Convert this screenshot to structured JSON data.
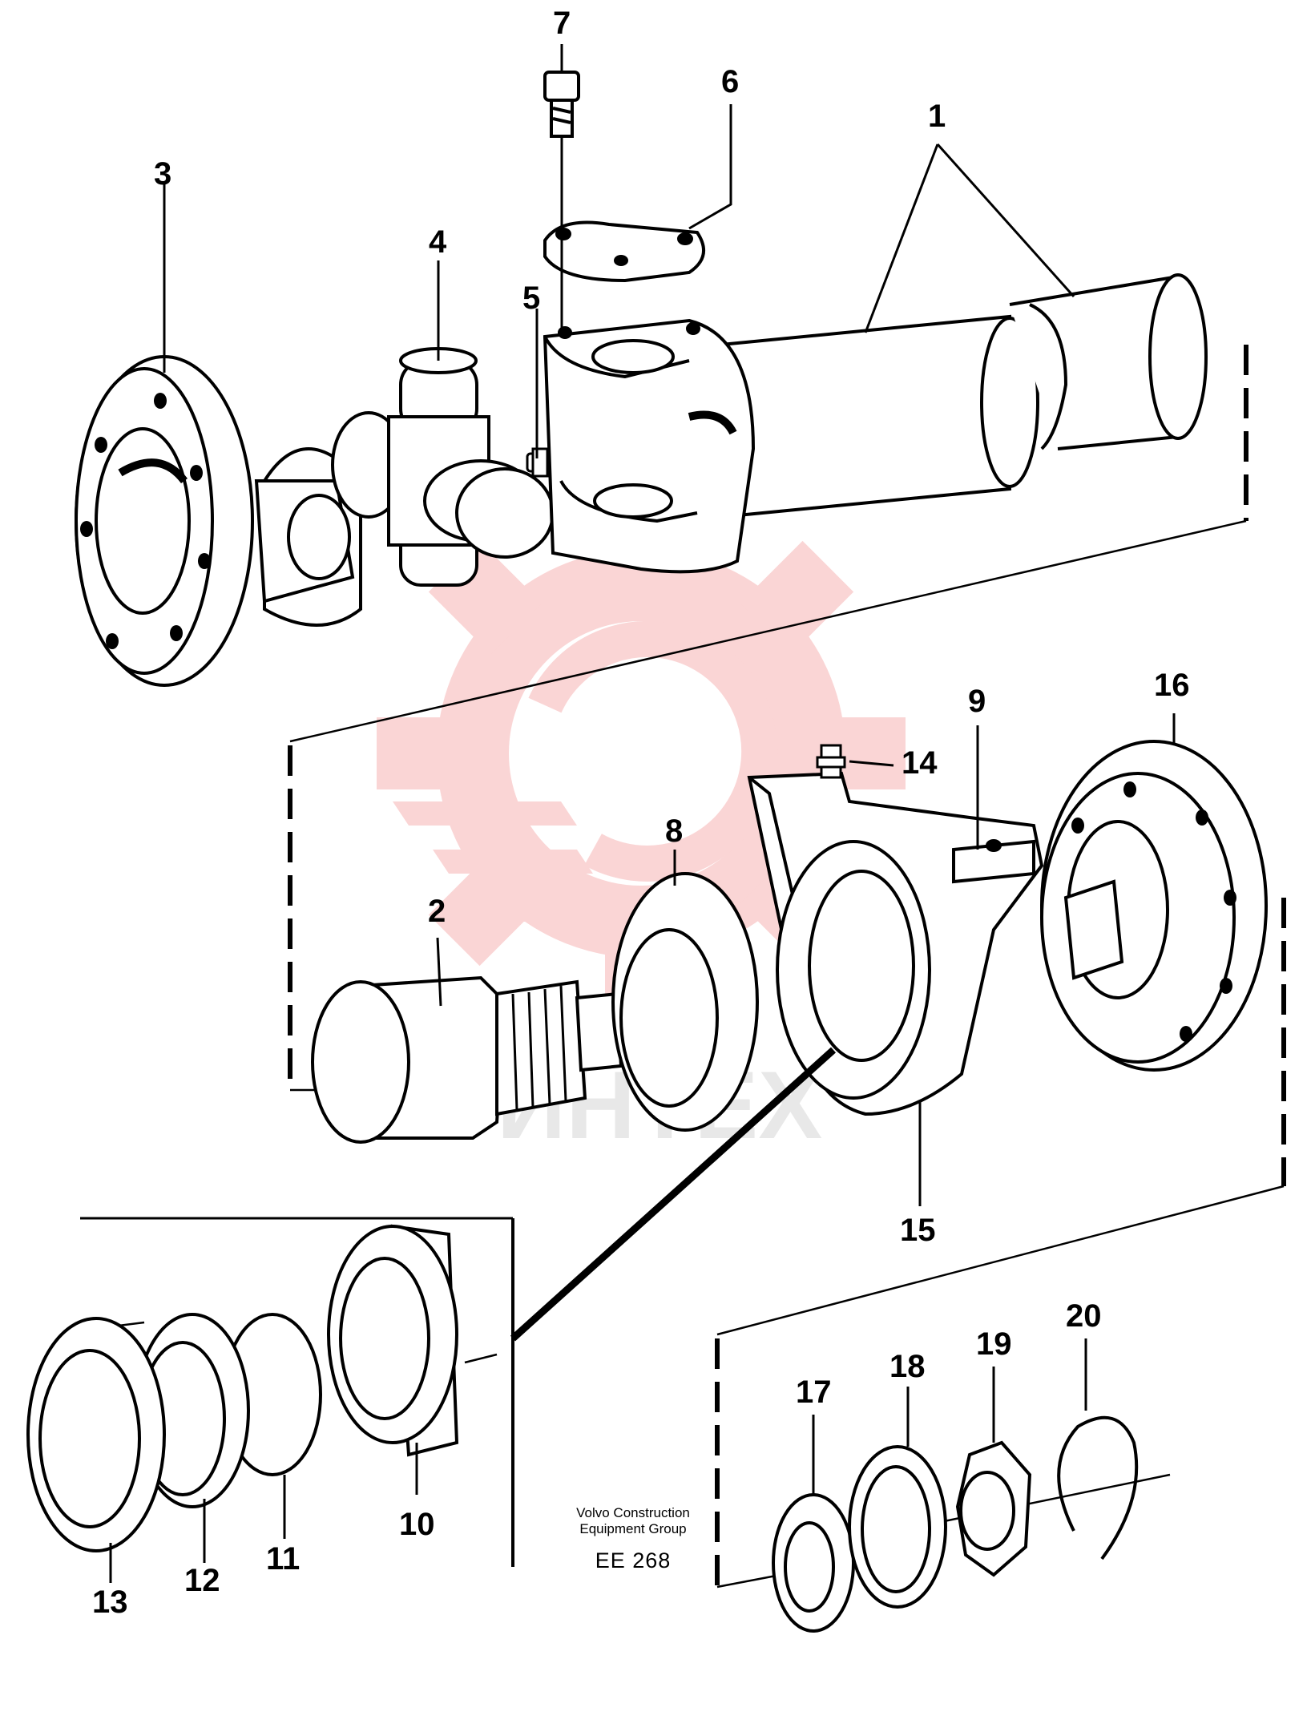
{
  "diagram": {
    "callouts": [
      {
        "id": "1",
        "label": "1"
      },
      {
        "id": "2",
        "label": "2"
      },
      {
        "id": "3",
        "label": "3"
      },
      {
        "id": "4",
        "label": "4"
      },
      {
        "id": "5",
        "label": "5"
      },
      {
        "id": "6",
        "label": "6"
      },
      {
        "id": "7",
        "label": "7"
      },
      {
        "id": "8",
        "label": "8"
      },
      {
        "id": "9",
        "label": "9"
      },
      {
        "id": "10",
        "label": "10"
      },
      {
        "id": "11",
        "label": "11"
      },
      {
        "id": "12",
        "label": "12"
      },
      {
        "id": "13",
        "label": "13"
      },
      {
        "id": "14",
        "label": "14"
      },
      {
        "id": "15",
        "label": "15"
      },
      {
        "id": "16",
        "label": "16"
      },
      {
        "id": "17",
        "label": "17"
      },
      {
        "id": "18",
        "label": "18"
      },
      {
        "id": "19",
        "label": "19"
      },
      {
        "id": "20",
        "label": "20"
      }
    ],
    "caption": {
      "line1": "Volvo Construction",
      "line2": "Equipment Group",
      "code": "EE 268"
    },
    "watermark": {
      "text": "ИНТЕХ",
      "color": "#f4a3a3"
    }
  }
}
